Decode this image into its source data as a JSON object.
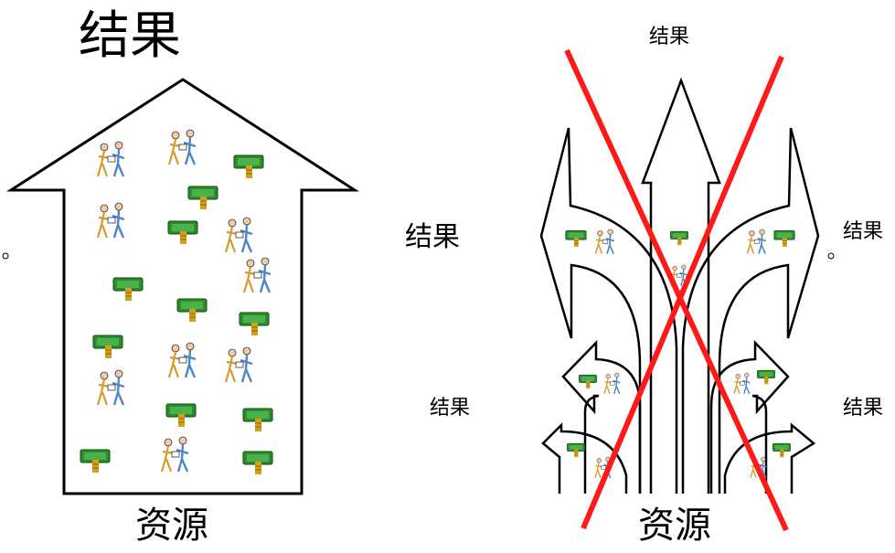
{
  "left_diagram": {
    "top_label": "结果",
    "bottom_label": "资源",
    "icons": [
      "people-icon",
      "people-icon",
      "money-icon",
      "money-icon",
      "people-icon",
      "money-icon",
      "people-icon",
      "people-icon",
      "money-icon",
      "money-icon",
      "money-icon",
      "money-icon",
      "people-icon",
      "people-icon",
      "people-icon",
      "money-icon",
      "money-icon",
      "money-icon",
      "people-icon",
      "money-icon"
    ]
  },
  "right_diagram": {
    "top_label": "结果",
    "bottom_label": "资源",
    "left_label_upper": "结果",
    "left_label_lower": "结果",
    "right_label_upper": "结果",
    "right_label_lower": "结果",
    "cross_color": "#ff0000"
  },
  "colors": {
    "money_green": "#2e8b2e",
    "money_gold": "#d4a017",
    "people_blue": "#4f86c6",
    "outline": "#000000"
  }
}
